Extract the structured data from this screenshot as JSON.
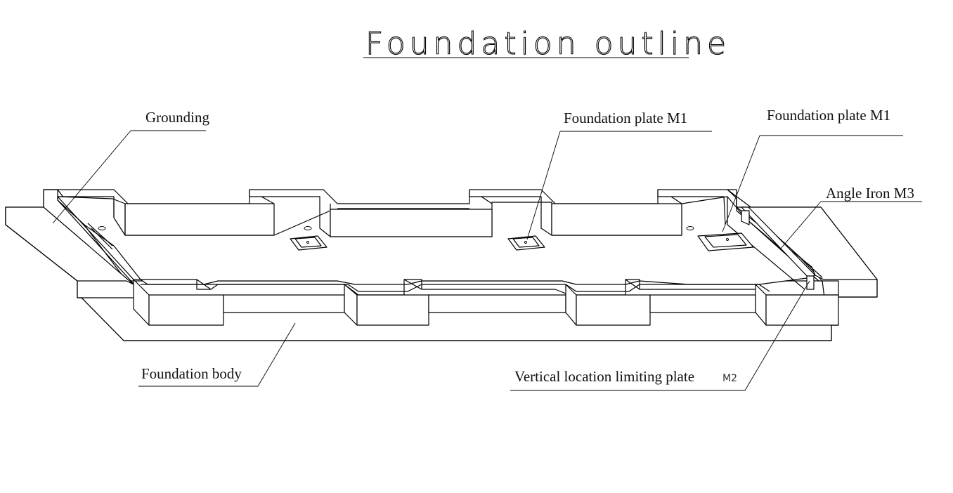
{
  "title": "Foundation outline",
  "labels": {
    "grounding": "Grounding",
    "foundation_plate_1": "Foundation plate M1",
    "foundation_plate_2": "Foundation plate M1",
    "angle_iron": "Angle Iron M3",
    "foundation_body": "Foundation body",
    "vertical_plate": "Vertical location limiting plate",
    "vertical_plate_code": "M2"
  }
}
